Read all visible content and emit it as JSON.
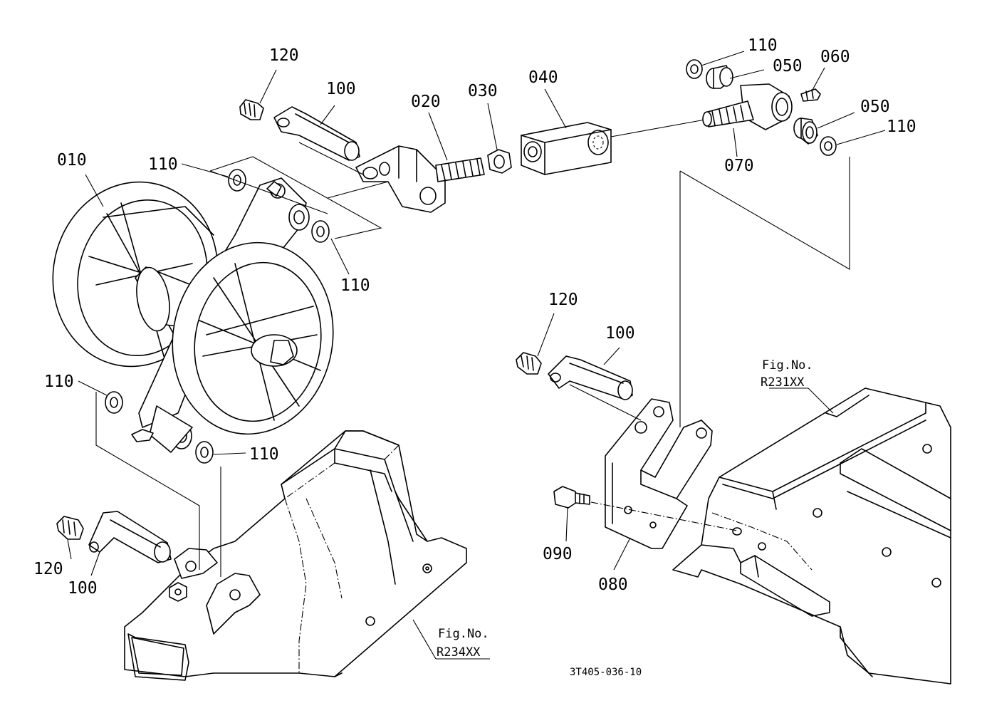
{
  "callouts": [
    {
      "id": "010",
      "label": "010"
    },
    {
      "id": "020",
      "label": "020"
    },
    {
      "id": "030",
      "label": "030"
    },
    {
      "id": "040",
      "label": "040"
    },
    {
      "id": "050-top",
      "label": "050"
    },
    {
      "id": "050-right",
      "label": "050"
    },
    {
      "id": "060",
      "label": "060"
    },
    {
      "id": "070",
      "label": "070"
    },
    {
      "id": "080",
      "label": "080"
    },
    {
      "id": "090",
      "label": "090"
    },
    {
      "id": "100-top",
      "label": "100"
    },
    {
      "id": "100-mid",
      "label": "100"
    },
    {
      "id": "100-bottom",
      "label": "100"
    },
    {
      "id": "110-top-right",
      "label": "110"
    },
    {
      "id": "110-right",
      "label": "110"
    },
    {
      "id": "110-wheel-top",
      "label": "110"
    },
    {
      "id": "110-wheel-right",
      "label": "110"
    },
    {
      "id": "110-left",
      "label": "110"
    },
    {
      "id": "110-bottom",
      "label": "110"
    },
    {
      "id": "120-top",
      "label": "120"
    },
    {
      "id": "120-mid",
      "label": "120"
    },
    {
      "id": "120-bottom",
      "label": "120"
    }
  ],
  "figure_refs": [
    {
      "id": "right",
      "caption": "Fig.No.",
      "number": "R231XX"
    },
    {
      "id": "bottom",
      "caption": "Fig.No.",
      "number": "R234XX"
    }
  ],
  "drawing_code": "3T405-036-10"
}
